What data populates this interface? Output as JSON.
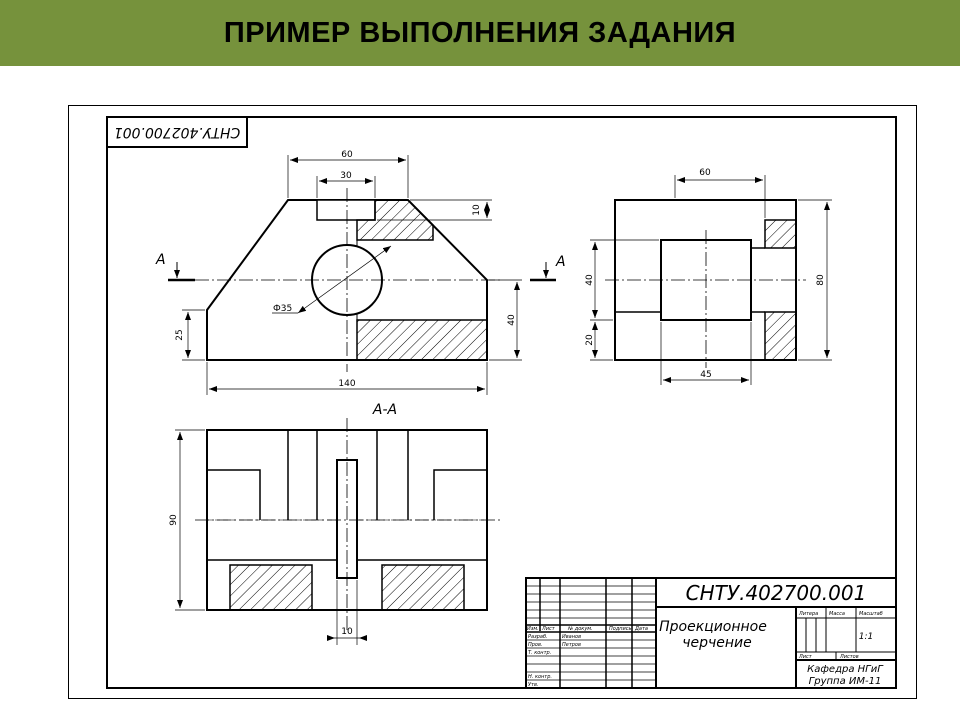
{
  "header": {
    "title": "ПРИМЕР ВЫПОЛНЕНИЯ ЗАДАНИЯ",
    "bg_color": "#76923c"
  },
  "drawing": {
    "rotated_code": "СНТУ.402700.001",
    "section_mark": "А",
    "section_title": "А-А",
    "dims": {
      "top_60": "60",
      "top_30": "30",
      "top_10": "10",
      "diam": "Ф35",
      "left_25": "25",
      "right_40": "40",
      "bottom_140": "140",
      "side_60": "60",
      "side_40": "40",
      "side_20": "20",
      "side_80": "80",
      "side_45": "45",
      "plan_90": "90",
      "plan_10": "10"
    }
  },
  "title_block": {
    "code": "СНТУ.402700.001",
    "name_line1": "Проекционное",
    "name_line2": "черчение",
    "col_headers": [
      "Изм.",
      "Лист",
      "№ докум.",
      "Подпись",
      "Дата"
    ],
    "rows": [
      {
        "role": "Разраб.",
        "name": "Иванов"
      },
      {
        "role": "Пров.",
        "name": "Петров"
      },
      {
        "role": "Т. контр.",
        "name": ""
      },
      {
        "role": "",
        "name": ""
      },
      {
        "role": "Н. контр.",
        "name": ""
      },
      {
        "role": "Утв.",
        "name": ""
      }
    ],
    "litera": "Литера",
    "massa": "Масса",
    "masshtab": "Масштаб",
    "scale": "1:1",
    "list": "Лист",
    "listov": "Листов",
    "dept": "Кафедра НГиГ",
    "group": "Группа ИМ-11"
  }
}
